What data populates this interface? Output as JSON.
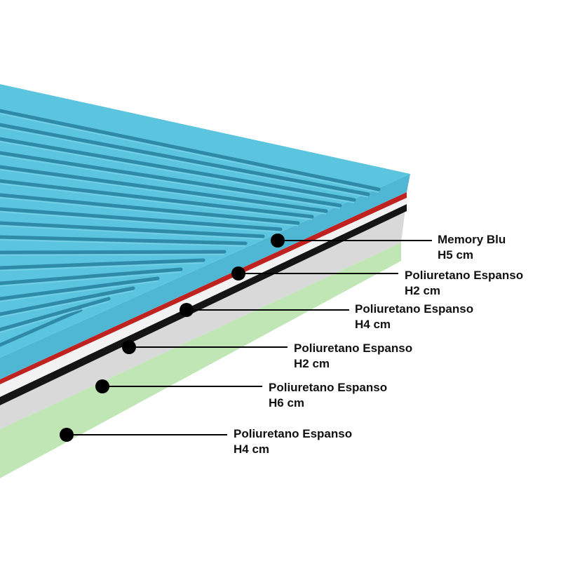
{
  "layers": [
    {
      "name": "Memory Blu",
      "height": "H5 cm"
    },
    {
      "name": "Poliuretano Espanso",
      "height": "H2 cm"
    },
    {
      "name": "Poliuretano Espanso",
      "height": "H4 cm"
    },
    {
      "name": "Poliuretano Espanso",
      "height": "H2 cm"
    },
    {
      "name": "Poliuretano Espanso",
      "height": "H6 cm"
    },
    {
      "name": "Poliuretano Espanso",
      "height": "H4 cm"
    }
  ],
  "colors": {
    "memory_top": "#5bc4de",
    "memory_side": "#4fb6d3",
    "groove": "#2f8aa7",
    "red_band": "#c0221f",
    "white_foam": "#f2f2f2",
    "black_band": "#151515",
    "grey_foam": "#d9d9d9",
    "green_foam": "#bfe6b4",
    "callout": "#000000"
  }
}
